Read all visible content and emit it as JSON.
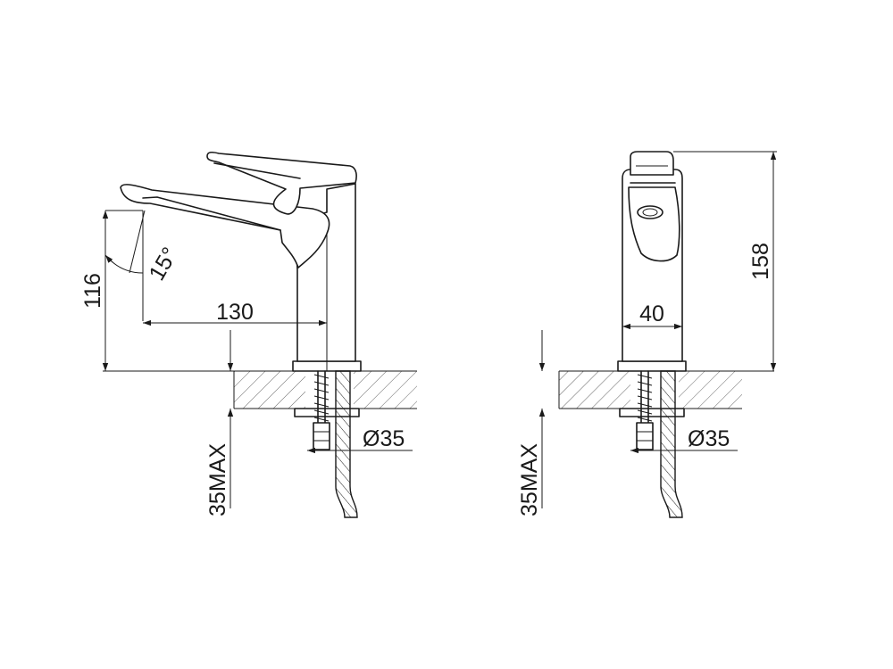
{
  "side_view": {
    "dim_height": "116",
    "dim_reach": "130",
    "dim_angle": "15°",
    "dim_hole": "Ø35",
    "dim_deck": "35MAX"
  },
  "front_view": {
    "dim_height": "158",
    "dim_width": "40",
    "dim_hole": "Ø35",
    "dim_deck": "35MAX"
  }
}
